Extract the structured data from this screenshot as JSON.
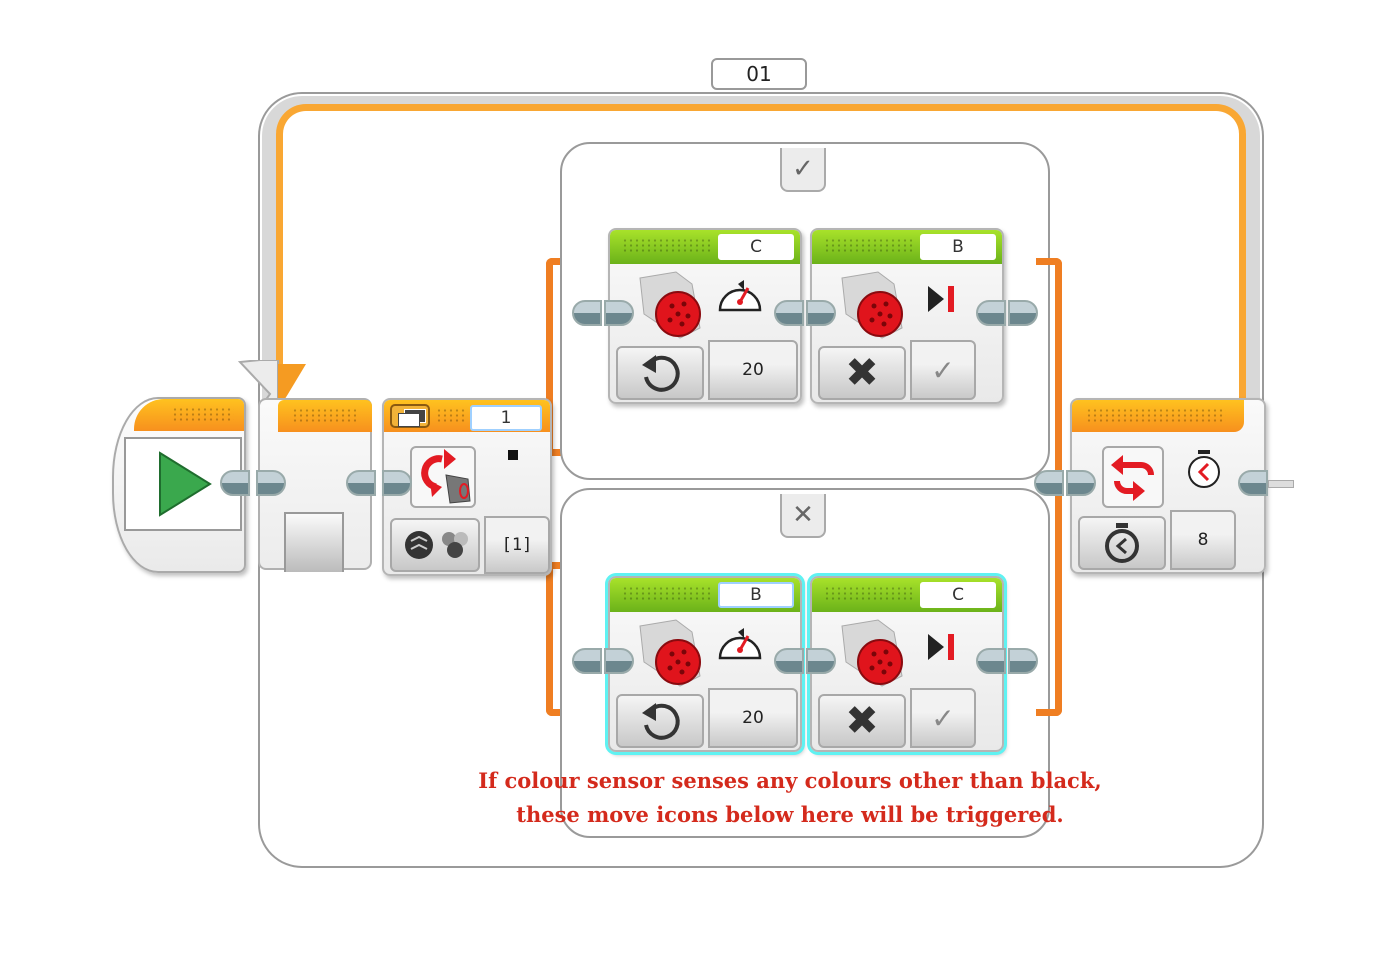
{
  "loop": {
    "label": "01",
    "mode": "timer",
    "value": "8",
    "timer_icon": "stopwatch-icon"
  },
  "start_block": {
    "icon": "play-icon",
    "color": "#3aa84d"
  },
  "switch": {
    "port": "1",
    "mode": "colour-sensor-measure",
    "value": "[1]",
    "indicator": "black-square",
    "cases": [
      {
        "tab_icon": "checkmark-icon",
        "blocks": [
          {
            "type": "large-motor",
            "port": "C",
            "mode": "on",
            "power": "20",
            "mode_icon": "rotate-icon",
            "param_icon": "speedometer-icon"
          },
          {
            "type": "large-motor",
            "port": "B",
            "mode": "off",
            "param_icon": "brake-icon",
            "brake_value": "checkmark"
          }
        ]
      },
      {
        "tab_icon": "x-icon",
        "blocks": [
          {
            "type": "large-motor",
            "port": "B",
            "mode": "on",
            "power": "20",
            "mode_icon": "rotate-icon",
            "param_icon": "speedometer-icon",
            "selected": true
          },
          {
            "type": "large-motor",
            "port": "C",
            "mode": "off",
            "param_icon": "brake-icon",
            "brake_value": "checkmark",
            "selected": true
          }
        ]
      }
    ]
  },
  "annotation": {
    "line1": "If  colour sensor senses any colours other than black,",
    "line2": "these move icons below here will be triggered.",
    "color": "#d42a1c"
  },
  "colors": {
    "loop_orange": "#f9a733",
    "switch_orange": "#ef7e22",
    "motor_green": "#8cc63f",
    "selection_cyan": "#5ff2f2"
  }
}
